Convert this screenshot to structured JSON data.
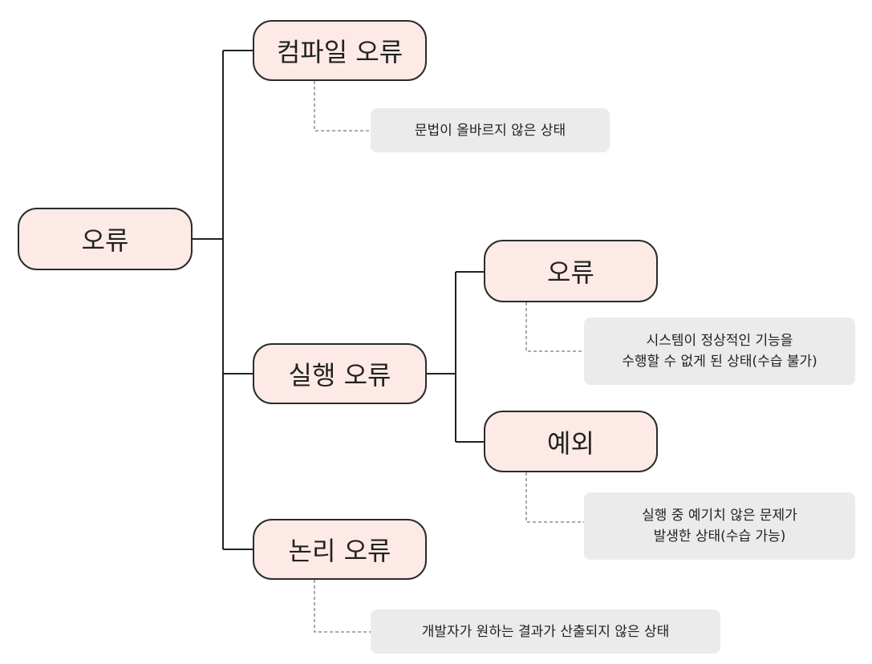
{
  "diagram": {
    "root": {
      "label": "오류"
    },
    "compile_error": {
      "label": "컴파일 오류",
      "note": "문법이 올바르지 않은 상태"
    },
    "runtime_error": {
      "label": "실행 오류",
      "error": {
        "label": "오류",
        "note_line1": "시스템이 정상적인 기능을",
        "note_line2": "수행할 수 없게 된 상태(수습 불가)"
      },
      "exception": {
        "label": "예외",
        "note_line1": "실행 중 예기치 않은 문제가",
        "note_line2": "발생한 상태(수습 가능)"
      }
    },
    "logic_error": {
      "label": "논리 오류",
      "note": "개발자가 원하는 결과가 산출되지 않은 상태"
    }
  },
  "colors": {
    "node_fill": "#fdeae6",
    "node_border": "#2b2b2b",
    "note_fill": "#ebebeb",
    "connector": "#222222"
  }
}
